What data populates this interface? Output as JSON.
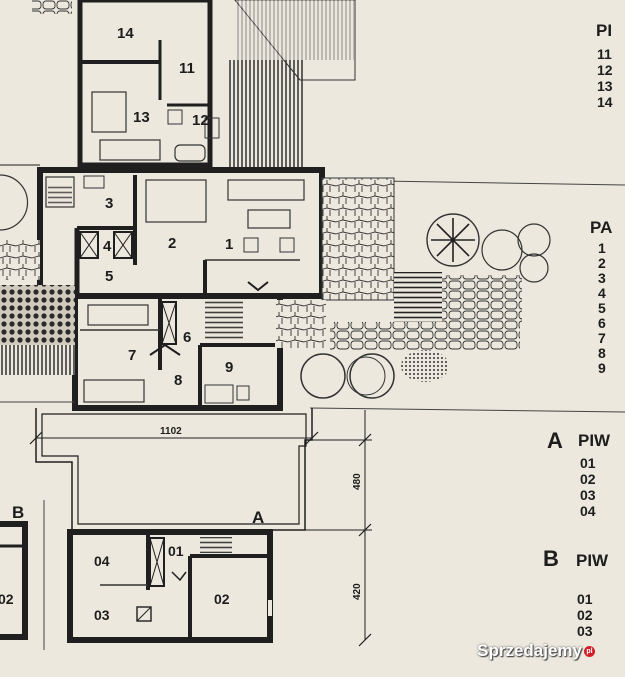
{
  "floorplan": {
    "upper_rooms": [
      "14",
      "11",
      "13",
      "12"
    ],
    "ground_rooms": [
      "3",
      "2",
      "1",
      "4",
      "5",
      "6",
      "7",
      "8",
      "9"
    ],
    "basement_rooms": [
      "04",
      "01",
      "03",
      "02"
    ],
    "basement_left_rooms": [
      "02"
    ],
    "dimensions": {
      "width": "1102",
      "depth_a": "480",
      "depth_b": "420"
    },
    "section_marks": {
      "a": "A",
      "b": "B"
    }
  },
  "legend": {
    "top_header": "PI",
    "top_items": [
      "11",
      "12",
      "13",
      "14"
    ],
    "mid_header": "PA",
    "mid_items": [
      "1",
      "2",
      "3",
      "4",
      "5",
      "6",
      "7",
      "8",
      "9"
    ],
    "section_a": {
      "letter": "A",
      "title": "PIW",
      "items": [
        "01",
        "02",
        "03",
        "04"
      ]
    },
    "section_b": {
      "letter": "B",
      "title": "PIW",
      "items": [
        "01",
        "02",
        "03"
      ]
    }
  },
  "watermark": {
    "text": "Sprzedajemy",
    "badge": "pl"
  }
}
